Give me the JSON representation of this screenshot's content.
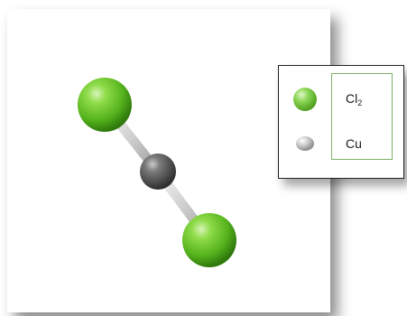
{
  "legend": {
    "items": [
      {
        "symbol": "Cl",
        "subscript": "2",
        "color": "#7ac943"
      },
      {
        "symbol": "Cu",
        "subscript": "",
        "color": "#bfbfbf"
      }
    ]
  },
  "atoms": {
    "chlorine_color": "#66c227",
    "copper_color": "#5a5a5a",
    "bond_color": "#d9d9d9"
  }
}
